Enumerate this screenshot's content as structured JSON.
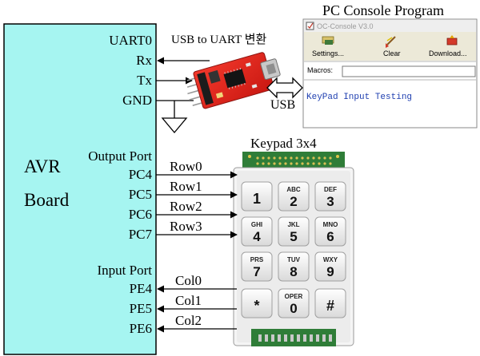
{
  "board": {
    "name_line1": "AVR",
    "name_line2": "Board",
    "uart_label": "UART0",
    "rx_label": "Rx",
    "tx_label": "Tx",
    "gnd_label": "GND",
    "output_port_label": "Output Port",
    "input_port_label": "Input Port",
    "output_pins": [
      "PC4",
      "PC5",
      "PC6",
      "PC7"
    ],
    "input_pins": [
      "PE4",
      "PE5",
      "PE6"
    ],
    "fill_color": "#a6f5f1"
  },
  "usb_adapter": {
    "label": "USB to UART 변환",
    "usb_label": "USB",
    "board_color": "#e8261f"
  },
  "keypad": {
    "title": "Keypad 3x4",
    "rows": [
      "Row0",
      "Row1",
      "Row2",
      "Row3"
    ],
    "cols": [
      "Col0",
      "Col1",
      "Col2"
    ],
    "keys": [
      {
        "letters": "",
        "digit": "1"
      },
      {
        "letters": "ABC",
        "digit": "2"
      },
      {
        "letters": "DEF",
        "digit": "3"
      },
      {
        "letters": "GHI",
        "digit": "4"
      },
      {
        "letters": "JKL",
        "digit": "5"
      },
      {
        "letters": "MNO",
        "digit": "6"
      },
      {
        "letters": "PRS",
        "digit": "7"
      },
      {
        "letters": "TUV",
        "digit": "8"
      },
      {
        "letters": "WXY",
        "digit": "9"
      },
      {
        "letters": "",
        "digit": "*"
      },
      {
        "letters": "OPER",
        "digit": "0"
      },
      {
        "letters": "",
        "digit": "#"
      }
    ]
  },
  "console": {
    "heading": "PC Console Program",
    "window_title": "OC-Console V3.0",
    "settings_label": "Settings...",
    "clear_label": "Clear",
    "download_label": "Download...",
    "macros_label": "Macros:",
    "macros_value": "",
    "output_text": "KeyPad Input Testing",
    "text_color": "#1f3fb0"
  }
}
